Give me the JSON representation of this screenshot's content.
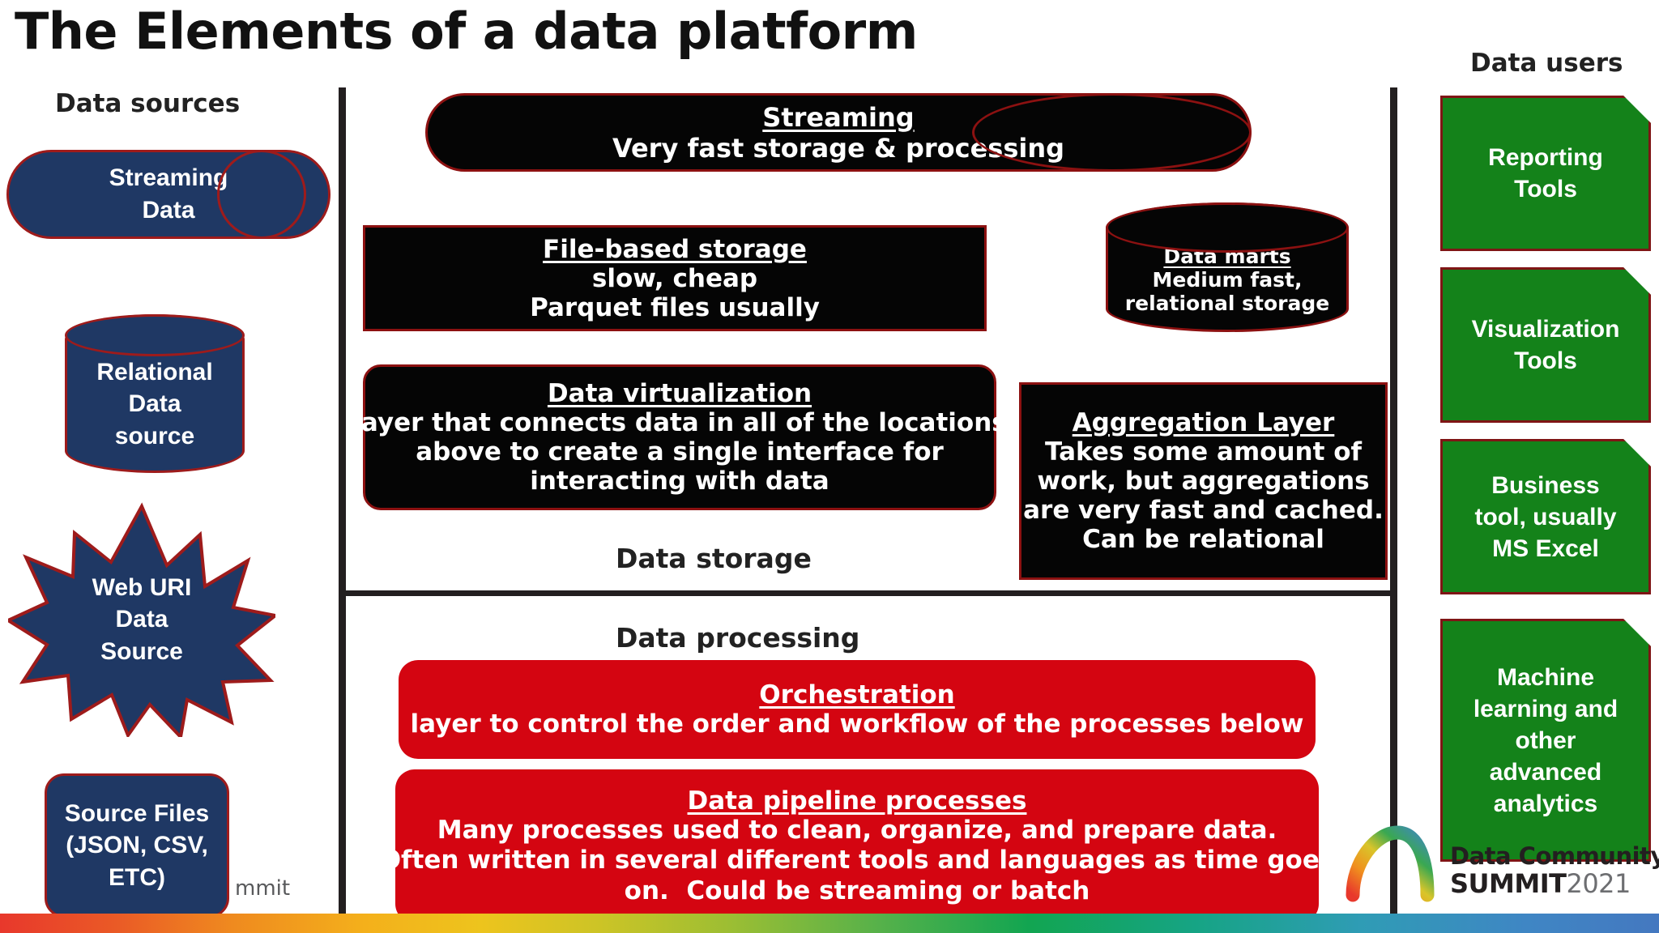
{
  "title": "The Elements of a data platform",
  "sections": {
    "data_sources": "Data sources",
    "data_users": "Data users",
    "data_storage": "Data storage",
    "data_processing": "Data processing"
  },
  "colors": {
    "source_fill": "#1F3864",
    "source_outline": "#9E1B1B",
    "storage_fill": "#050505",
    "storage_outline": "#8C1111",
    "processing_fill": "#D40511",
    "user_fill": "#14821A",
    "user_outline": "#7F1515",
    "divider": "#231F20"
  },
  "data_sources": [
    {
      "name": "streaming-data",
      "label": "Streaming\nData",
      "shape": "pill-with-circle"
    },
    {
      "name": "relational-data-source",
      "label": "Relational\nData\nsource",
      "shape": "cylinder"
    },
    {
      "name": "web-uri-data-source",
      "label": "Web URI\nData\nSource",
      "shape": "star"
    },
    {
      "name": "source-files",
      "label": "Source Files\n(JSON, CSV,\nETC)",
      "shape": "rounded-rect"
    }
  ],
  "data_storage": [
    {
      "name": "streaming",
      "title": "Streaming",
      "body": "Very fast storage & processing",
      "shape": "pill-with-ellipse"
    },
    {
      "name": "file-based-storage",
      "title": "File-based storage",
      "body": "slow, cheap\nParquet files usually",
      "shape": "rect"
    },
    {
      "name": "data-marts",
      "title": "Data marts",
      "body": "Medium fast,\nrelational storage",
      "shape": "cylinder"
    },
    {
      "name": "data-virtualization",
      "title": "Data virtualization",
      "body": "layer that connects data in all of the locations\nabove to create a single interface for\ninteracting with data",
      "shape": "rounded-rect"
    },
    {
      "name": "aggregation-layer",
      "title": "Aggregation Layer",
      "body": "Takes some amount of\nwork, but aggregations\nare very fast and cached.\nCan be relational",
      "shape": "rect"
    }
  ],
  "data_processing": [
    {
      "name": "orchestration",
      "title": "Orchestration",
      "body": "layer to control the order and workflow of the processes below"
    },
    {
      "name": "data-pipeline-processes",
      "title": "Data pipeline processes",
      "body": "Many processes used to clean, organize, and prepare data.\nOften written in several different tools and languages as time goes\non.  Could be streaming or batch"
    }
  ],
  "data_users": [
    {
      "name": "reporting-tools",
      "label": "Reporting\nTools"
    },
    {
      "name": "visualization-tools",
      "label": "Visualization\nTools"
    },
    {
      "name": "business-tool",
      "label": "Business\ntool, usually\nMS Excel"
    },
    {
      "name": "machine-learning",
      "label": "Machine\nlearning and\nother\nadvanced\nanalytics"
    }
  ],
  "branding": {
    "line1": "Data Community",
    "line2": "SUMMIT",
    "year": "2021",
    "partial_text": "mmit"
  }
}
